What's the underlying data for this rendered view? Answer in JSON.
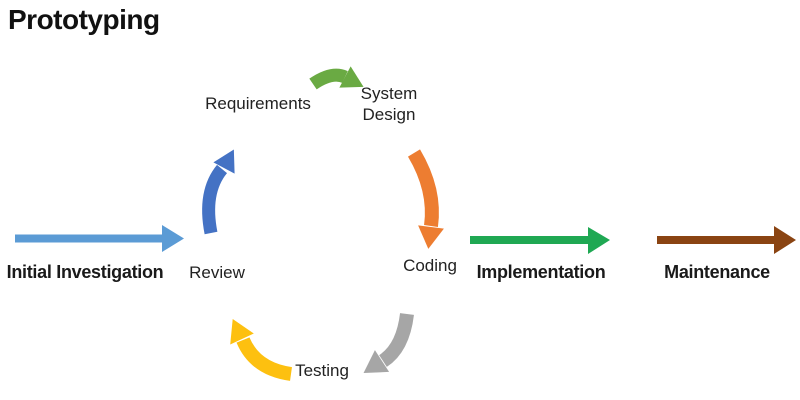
{
  "title": "Prototyping",
  "colors": {
    "text": "#222222",
    "light_blue": "#5b9bd5",
    "blue": "#4472c4",
    "olive_green": "#6aaa43",
    "orange": "#ed7d31",
    "gray": "#a6a6a6",
    "yellow": "#fdc010",
    "green": "#1fa853",
    "brown": "#8a4412"
  },
  "phases": {
    "initial_investigation": "Initial Investigation",
    "review": "Review",
    "requirements": "Requirements",
    "system_design": "System Design",
    "coding": "Coding",
    "testing": "Testing",
    "implementation": "Implementation",
    "maintenance": "Maintenance"
  },
  "arrows": [
    {
      "name": "initial-investigation-to-review",
      "color": "#5b9bd5",
      "direction": "right",
      "style": "straight"
    },
    {
      "name": "review-to-requirements",
      "color": "#4472c4",
      "direction": "up",
      "style": "curved"
    },
    {
      "name": "requirements-to-system-design",
      "color": "#6aaa43",
      "direction": "right",
      "style": "curved"
    },
    {
      "name": "system-design-to-coding",
      "color": "#ed7d31",
      "direction": "down",
      "style": "curved"
    },
    {
      "name": "coding-to-testing",
      "color": "#a6a6a6",
      "direction": "down-left",
      "style": "curved"
    },
    {
      "name": "testing-to-review",
      "color": "#fdc010",
      "direction": "up-left",
      "style": "curved"
    },
    {
      "name": "coding-to-implementation",
      "color": "#1fa853",
      "direction": "right",
      "style": "straight"
    },
    {
      "name": "implementation-to-maintenance",
      "color": "#8a4412",
      "direction": "right",
      "style": "straight"
    }
  ]
}
